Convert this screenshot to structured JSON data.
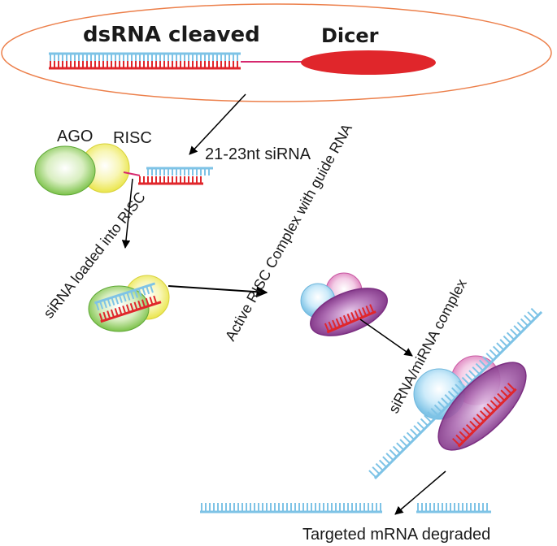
{
  "labels": {
    "dsrna": "dsRNA cleaved",
    "dicer": "Dicer",
    "ago": "AGO",
    "risc": "RISC",
    "sirna": "21-23nt siRNA",
    "loaded": "siRNA loaded into RISC",
    "active": "Active RISC Complex with guide RNA",
    "complex": "siRNA/miRNA complex",
    "degraded": "Targeted mRNA degraded"
  },
  "colors": {
    "strand_blue": "#7ec3e6",
    "strand_red": "#e0262b",
    "dicer": "#e0262b",
    "ellipse_border": "#ec7f4a",
    "ago_green": "#7cc24a",
    "risc_yellow": "#f2ee55",
    "purple": "#8b3a8f",
    "pink": "#e58bc4",
    "light_blue": "#8fd0ef",
    "linker": "#d6286e"
  }
}
